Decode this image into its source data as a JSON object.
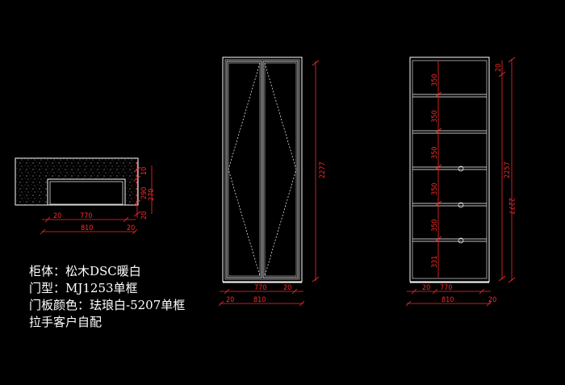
{
  "plan": {
    "widths": [
      "20",
      "770",
      "20"
    ],
    "total_width": "810",
    "depths": [
      "10",
      "290",
      "270"
    ],
    "bottom_depth": "20"
  },
  "front": {
    "widths": [
      "770",
      "20"
    ],
    "total_left": "20",
    "total_width": "810",
    "height": "2277"
  },
  "section": {
    "shelf_heights": [
      "350",
      "350",
      "350",
      "350",
      "350",
      "331"
    ],
    "top_gap": "20",
    "inner_height": "2257",
    "height": "2277",
    "widths": [
      "20",
      "770"
    ],
    "total_width": "810",
    "right_label": "20"
  },
  "notes": [
    "柜体：松木DSC暖白",
    "门型：MJ1253单框",
    "门板颜色：珐琅白-5207单框",
    "拉手客户自配"
  ],
  "colors": {
    "line": "#ffffff",
    "dim": "#ff2a2a",
    "background": "#000000"
  }
}
